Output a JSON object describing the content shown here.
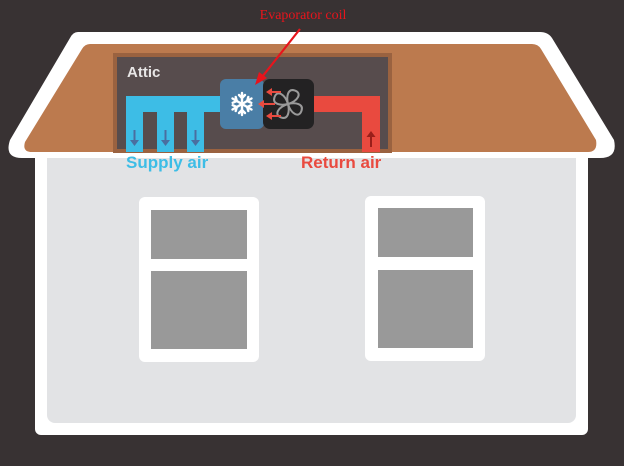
{
  "diagram": {
    "title_annotation": "Evaporator coil",
    "attic_label": "Attic",
    "supply_label": "Supply air",
    "return_label": "Return air",
    "icons": {
      "coil": "snowflake-icon",
      "fan": "fan-icon",
      "supply_arrows": "arrow-down-icon",
      "return_arrow": "arrow-up-icon",
      "airflow_arrows": "arrow-left-icon"
    },
    "colors": {
      "background": "#383233",
      "roof": "#bc7a4e",
      "attic": "#574c4d",
      "wall": "#e2e3e5",
      "outline": "#ffffff",
      "window_glass": "#999999",
      "supply": "#3dbde6",
      "return": "#e94a3f",
      "coil_box": "#4a7ea6",
      "fan_box": "#232223",
      "annotation": "#e8141c"
    },
    "windows_count": 2
  }
}
